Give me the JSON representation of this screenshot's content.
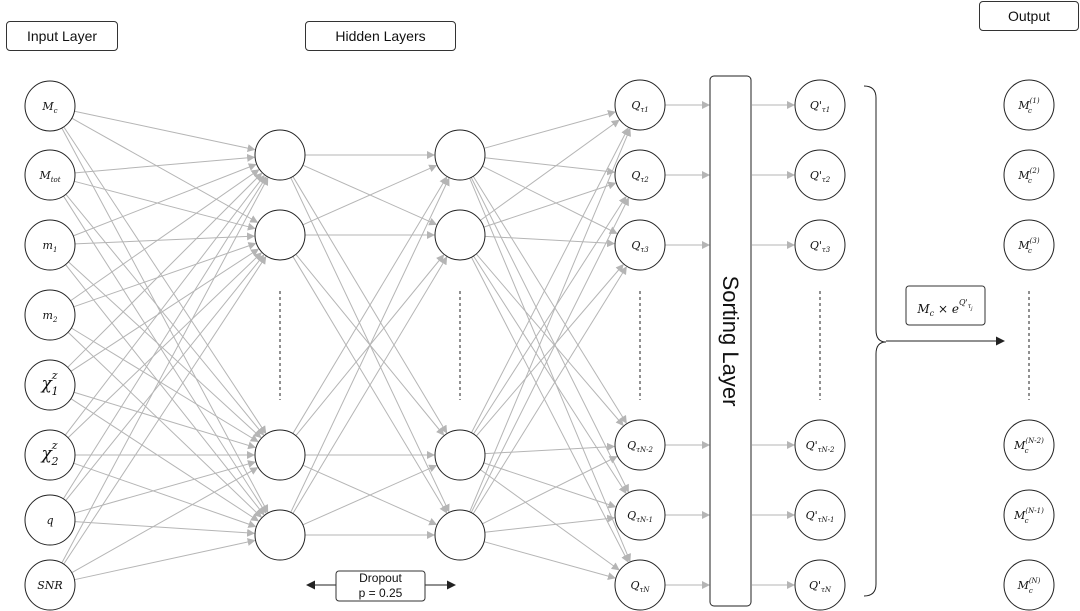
{
  "headers": {
    "input_layer": "Input Layer",
    "hidden_layers": "Hidden Layers",
    "output": "Output"
  },
  "inputs": [
    "M_c",
    "M_tot",
    "m_1",
    "m_2",
    "χ_1^z",
    "χ_2^z",
    "q",
    "SNR"
  ],
  "quantiles": [
    "Q_τ1",
    "Q_τ2",
    "Q_τ3",
    "Q_τN-2",
    "Q_τN-1",
    "Q_τN"
  ],
  "sorted_quantiles": [
    "Q'_τ1",
    "Q'_τ2",
    "Q'_τ3",
    "Q'_τN-2",
    "Q'_τN-1",
    "Q'_τN"
  ],
  "outputs": [
    "M_c^(1)",
    "M_c^(2)",
    "M_c^(3)",
    "M_c^(N-2)",
    "M_c^(N-1)",
    "M_c^(N)"
  ],
  "sorting_layer": "Sorting Layer",
  "dropout": {
    "line1": "Dropout",
    "line2": "p = 0.25"
  },
  "transform_formula": "M_c × e^(Q'_τj)",
  "colors": {
    "edge": "#b5b5b5",
    "stroke": "#222222",
    "arrow": "#222222"
  }
}
